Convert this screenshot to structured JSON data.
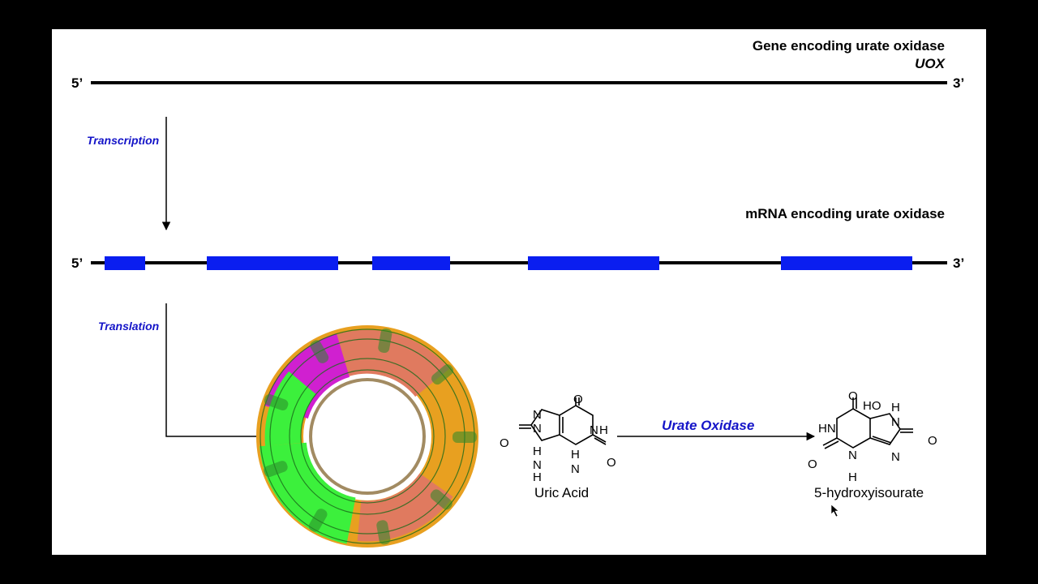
{
  "gene": {
    "title": "Gene encoding urate oxidase",
    "symbol": "UOX",
    "five_prime": "5’",
    "three_prime": "3’"
  },
  "mrna": {
    "title": "mRNA encoding urate oxidase",
    "five_prime": "5’",
    "three_prime": "3’"
  },
  "steps": {
    "transcription": "Transcription",
    "translation": "Translation"
  },
  "reaction": {
    "enzyme": "Urate Oxidase",
    "substrate": "Uric Acid",
    "product": "5-hydroxyisourate"
  },
  "atoms": {
    "h": "H",
    "n": "N",
    "o": "O",
    "hn": "HN",
    "ho": "HO"
  },
  "colors": {
    "accent_blue": "#1414c8",
    "exon_blue": "#0a1ef0",
    "protein_green": "#3cf03c",
    "protein_magenta": "#d020d0",
    "protein_salmon": "#e07a5f",
    "protein_orange": "#e8a020"
  },
  "icons": {
    "cursor": "mouse-pointer-icon"
  }
}
